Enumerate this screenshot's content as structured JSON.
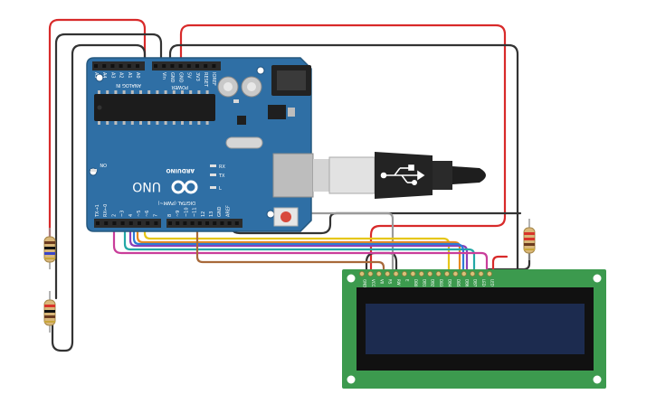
{
  "colors": {
    "board": "#2f6fa5",
    "board_edge": "#25587f",
    "header": "#2b2b2b",
    "lcd_pcb": "#3c9a4e",
    "lcd_screen": "#1c2b4f",
    "lcd_bezel": "#111111",
    "wire_red": "#d82a2a",
    "wire_black": "#333333",
    "wire_yellow": "#e6c619",
    "wire_orange": "#e8891f",
    "wire_purple": "#8c3fb6",
    "wire_blue": "#2c7bd6",
    "wire_cyan": "#23a8a6",
    "wire_magenta": "#c93d9a",
    "wire_brown": "#a8693a",
    "wire_gray": "#9b9b9b",
    "usb_cable": "#222222",
    "usb_plug": "#c8c8c8",
    "reset_button": "#d84a3d"
  },
  "arduino": {
    "analog_header_label": "ANALOG IN",
    "analog_pins": [
      "A5",
      "A4",
      "A3",
      "A2",
      "A1",
      "A0"
    ],
    "power_header_label": "POWER",
    "power_pins": [
      "Vin",
      "GND",
      "GND",
      "5V",
      "3V3",
      "RESET",
      "IOREF"
    ],
    "model": "UNO",
    "brand": "ARDUINO",
    "on_led": "ON",
    "tx_led": "TX",
    "rx_led": "RX",
    "l_led": "L",
    "digital_label": "DIGITAL (PWM~)",
    "digital_pins": [
      "TX→1",
      "RX←0",
      "2",
      "~3",
      "4",
      "~5",
      "~6",
      "7",
      "8",
      "~9",
      "~10",
      "~11",
      "12",
      "13",
      "GND",
      "AREF"
    ]
  },
  "lcd": {
    "pins": [
      "GND",
      "VCC",
      "V0",
      "RS",
      "RW",
      "E",
      "DB0",
      "DB1",
      "DB2",
      "DB3",
      "DB4",
      "DB5",
      "DB6",
      "DB7",
      "LED",
      "LED"
    ]
  },
  "icons": [
    "arduino-infinity-logo",
    "usb-symbol-icon"
  ]
}
